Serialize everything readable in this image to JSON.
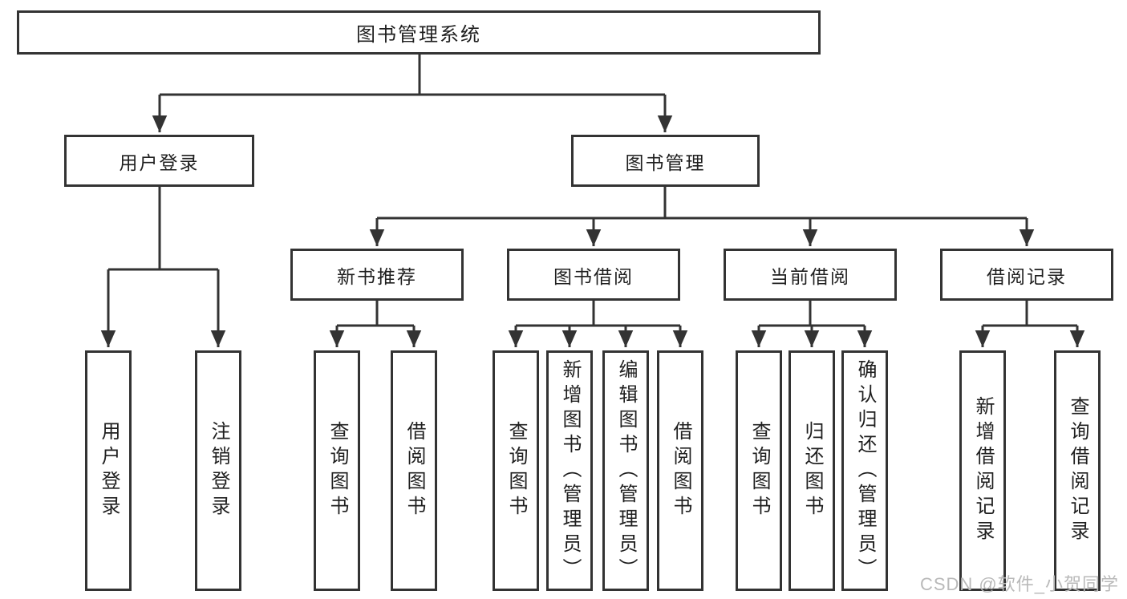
{
  "colors": {
    "line": "#333333",
    "box_border": "#333333",
    "text": "#1f1f1f",
    "watermark": "#b9b9b9",
    "background": "#ffffff"
  },
  "tree": {
    "root": "图书管理系统",
    "branches": [
      {
        "label": "用户登录",
        "children": [
          "用户登录",
          "注销登录"
        ]
      },
      {
        "label": "图书管理",
        "sections": [
          {
            "label": "新书推荐",
            "children": [
              "查询图书",
              "借阅图书"
            ]
          },
          {
            "label": "图书借阅",
            "children": [
              "查询图书",
              "新增图书（管理员）",
              "编辑图书（管理员）",
              "借阅图书"
            ]
          },
          {
            "label": "当前借阅",
            "children": [
              "查询图书",
              "归还图书",
              "确认归还（管理员）"
            ]
          },
          {
            "label": "借阅记录",
            "children": [
              "新增借阅记录",
              "查询借阅记录"
            ]
          }
        ]
      }
    ]
  },
  "watermark": {
    "text": "CSDN @软件_小贺同学"
  }
}
